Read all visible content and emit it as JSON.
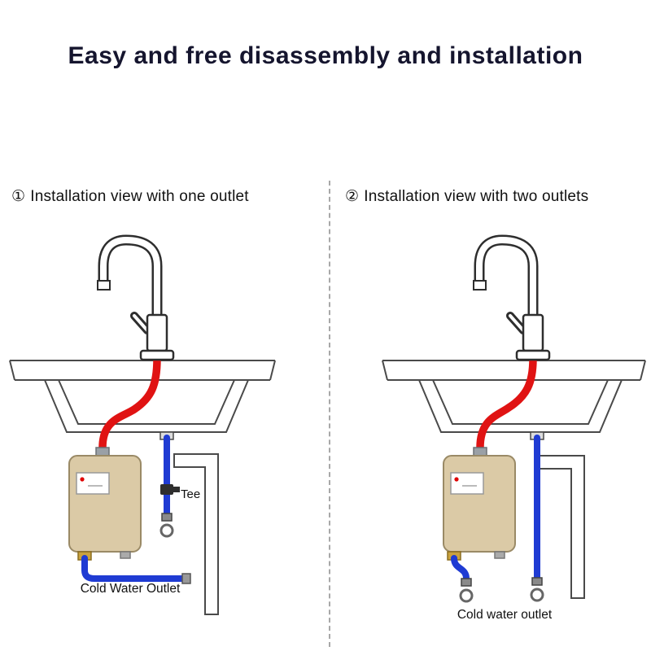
{
  "title": "Easy and free disassembly and installation",
  "colors": {
    "title_text": "#15152e",
    "hot_pipe": "#e01313",
    "cold_pipe": "#1f3bd3",
    "heater_body": "#dbcaa6",
    "heater_border": "#9a8a66",
    "brass_fitting": "#c9a23e",
    "outline": "#4a4a4a",
    "divider": "#a8a8a8",
    "indicator_led": "#e00000"
  },
  "panels": [
    {
      "number": "①",
      "heading": "Installation view with one outlet",
      "labels": {
        "tee": "Tee",
        "cold_outlet": "Cold Water Outlet"
      }
    },
    {
      "number": "②",
      "heading": "Installation view with two outlets",
      "labels": {
        "cold_outlet": "Cold water outlet"
      }
    }
  ]
}
